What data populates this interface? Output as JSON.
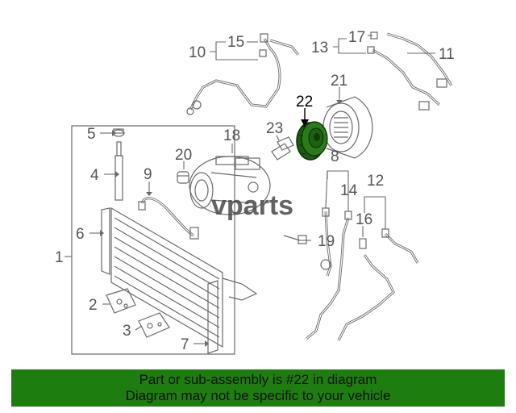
{
  "callouts": {
    "c1": "1",
    "c2": "2",
    "c3": "3",
    "c4": "4",
    "c5": "5",
    "c6": "6",
    "c7": "7",
    "c8": "8",
    "c9": "9",
    "c10": "10",
    "c11": "11",
    "c12": "12",
    "c13": "13",
    "c14": "14",
    "c15": "15",
    "c16": "16",
    "c17": "17",
    "c18": "18",
    "c19": "19",
    "c20": "20",
    "c21": "21",
    "c22": "22",
    "c23": "23"
  },
  "highlighted_part": "22",
  "watermark": "vparts",
  "banner": {
    "line1": "Part or sub-assembly is #22 in diagram",
    "line2": "Diagram may not be specific to your vehicle"
  },
  "colors": {
    "banner": "#1e7d0f",
    "line_art": "#6a6a6a",
    "highlight": "#1e7d0f"
  }
}
